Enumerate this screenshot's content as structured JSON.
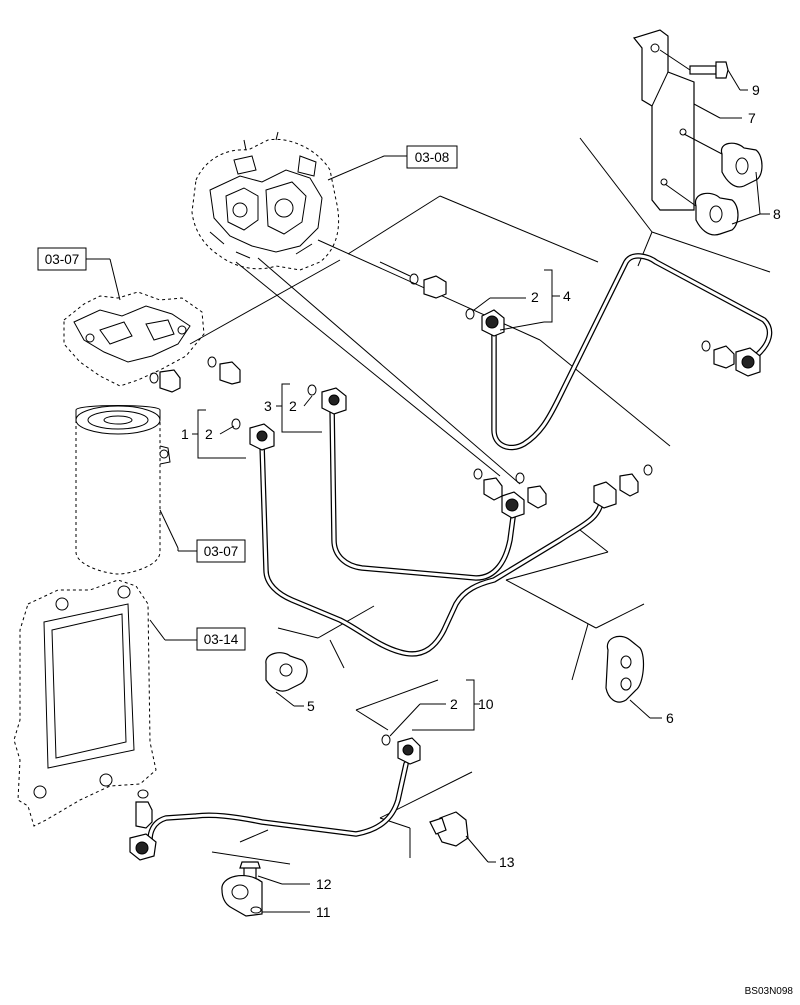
{
  "figure_id": "BS03N098",
  "references": {
    "pump": "03-08",
    "filter_head": "03-07",
    "filter": "03-07",
    "cooler": "03-14"
  },
  "callouts": {
    "bolt_9": "9",
    "bracket_7": "7",
    "clamp_8": "8",
    "tube_4": "4",
    "ring_2_a": "2",
    "tube_3": "3",
    "ring_2_b": "2",
    "tube_1": "1",
    "ring_2_c": "2",
    "clip_5": "5",
    "clip_6": "6",
    "tube_10": "10",
    "ring_2_d": "2",
    "clamp_13": "13",
    "bolt_12": "12",
    "clamp_11": "11"
  }
}
